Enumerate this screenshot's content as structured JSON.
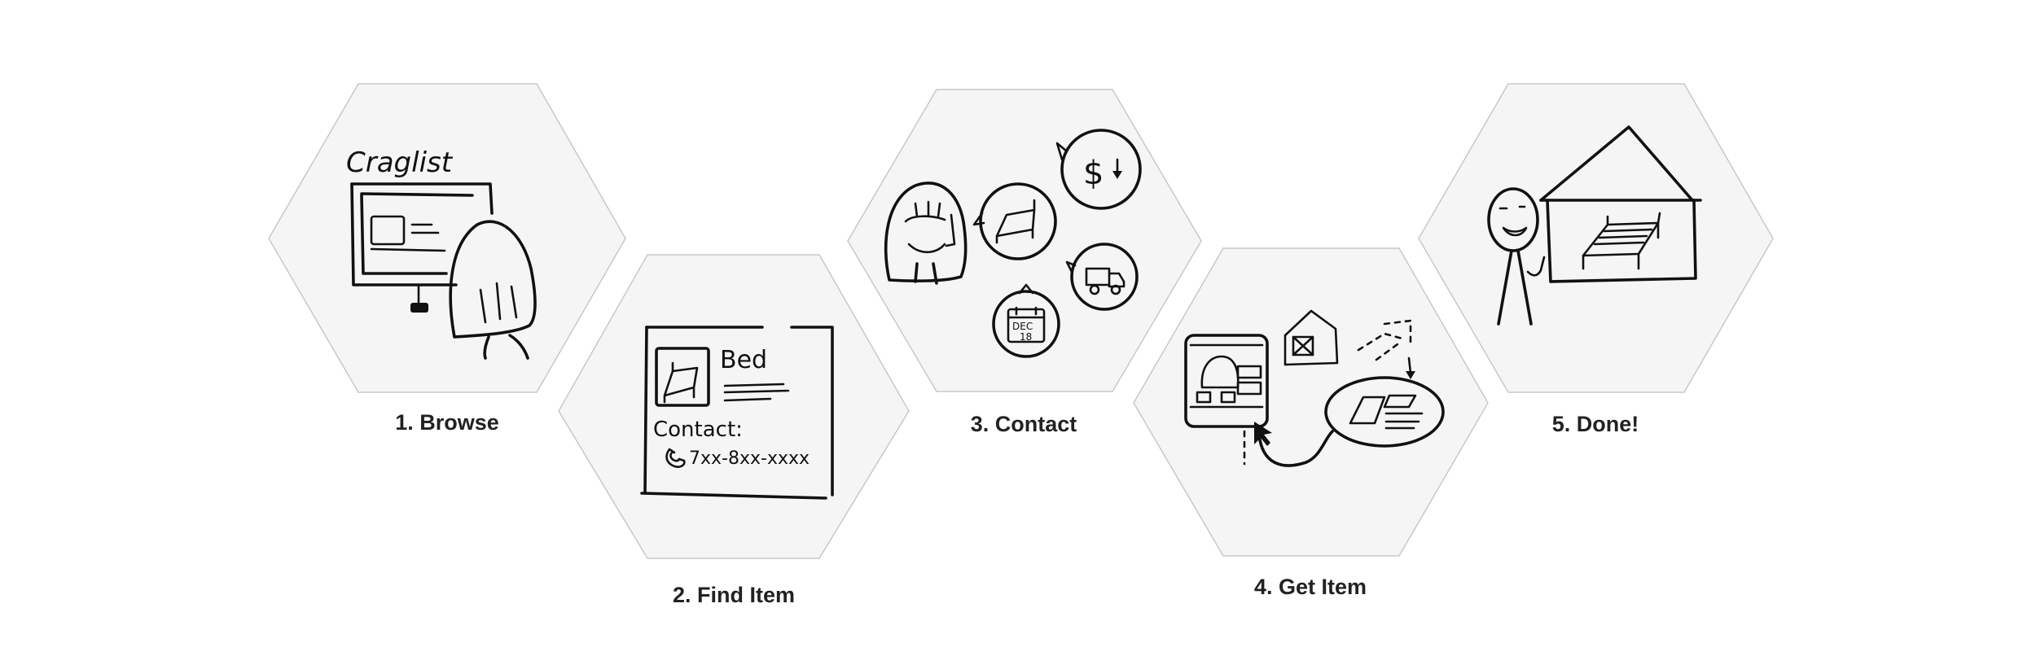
{
  "steps": [
    {
      "label": "1. Browse",
      "sketch_text": "Craglist"
    },
    {
      "label": "2. Find Item",
      "sketch_title": "Bed",
      "sketch_contact": "Contact:",
      "sketch_phone": "7xx-8xx-xxxx"
    },
    {
      "label": "3. Contact",
      "calendar_month": "DEC",
      "calendar_day": "18"
    },
    {
      "label": "4. Get Item"
    },
    {
      "label": "5. Done!"
    }
  ],
  "colors": {
    "hex_fill": "#f5f5f5",
    "hex_stroke": "#c8c8c8",
    "ink": "#111111",
    "label": "#222222"
  }
}
